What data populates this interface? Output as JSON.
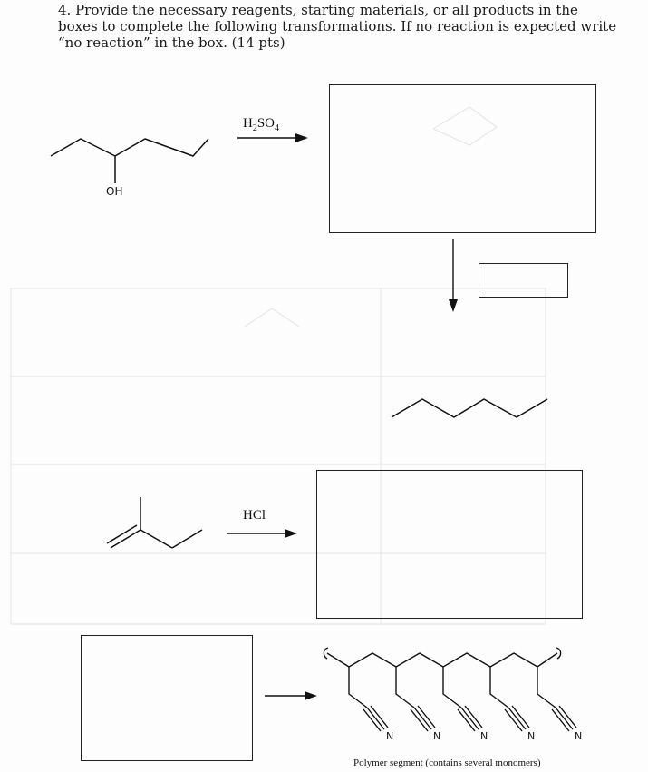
{
  "question": {
    "line1": "4. Provide the necessary reagents, starting materials, or all products in the",
    "line2": "boxes to complete the following transformations. If no reaction is expected write",
    "line3": "“no reaction” in the box. (14 pts)"
  },
  "reaction1": {
    "substituent_label": "OH",
    "reagent": "H",
    "reagent_sub1": "2",
    "reagent_mid": "SO",
    "reagent_sub2": "4"
  },
  "reaction2": {
    "reagent": "HCl"
  },
  "reaction3": {
    "nitrile_labels": [
      "N",
      "N",
      "N",
      "N",
      "N"
    ],
    "caption": "Polymer segment (contains several monomers)"
  }
}
